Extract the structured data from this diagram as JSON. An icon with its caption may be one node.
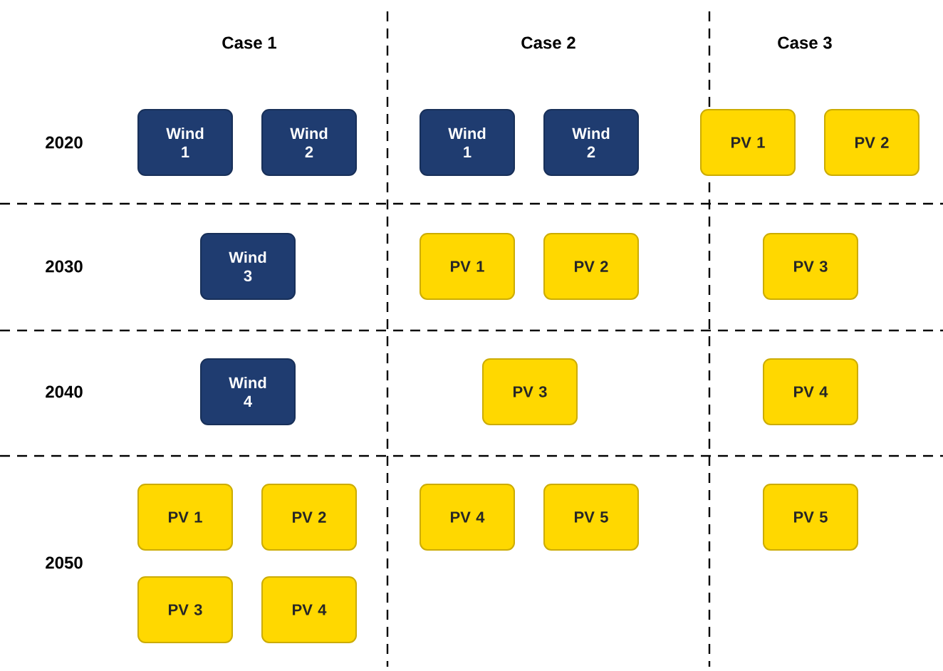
{
  "diagram": {
    "nodes": [
      {
        "text": [
          "Wind 1"
        ]
      },
      {
        "text": [
          "Wind 2"
        ]
      },
      {
        "text": [
          "Wind 1"
        ]
      },
      {
        "text": [
          "Wind 2"
        ]
      },
      {
        "text": [
          "PV 1"
        ]
      },
      {
        "text": [
          "PV 2"
        ]
      },
      {
        "text": [
          "Wind 3"
        ]
      },
      {
        "text": [
          "PV 1"
        ]
      },
      {
        "text": [
          "PV 2"
        ]
      },
      {
        "text": [
          "PV 3"
        ]
      },
      {
        "text": [
          "Wind 4"
        ]
      },
      {
        "text": [
          "PV 3"
        ]
      },
      {
        "text": [
          "PV 4"
        ]
      },
      {
        "text": [
          "PV 1"
        ]
      },
      {
        "text": [
          "PV 2"
        ]
      },
      {
        "text": [
          "PV 4"
        ]
      },
      {
        "text": [
          "PV 5"
        ]
      },
      {
        "text": [
          "PV 5"
        ]
      },
      {
        "text": [
          "PV 3"
        ]
      },
      {
        "text": [
          "PV 4"
        ]
      }
    ],
    "labels": [
      "Case 1",
      "Case 2",
      "Case 3",
      "2020",
      "2030",
      "2040",
      "2050"
    ]
  }
}
